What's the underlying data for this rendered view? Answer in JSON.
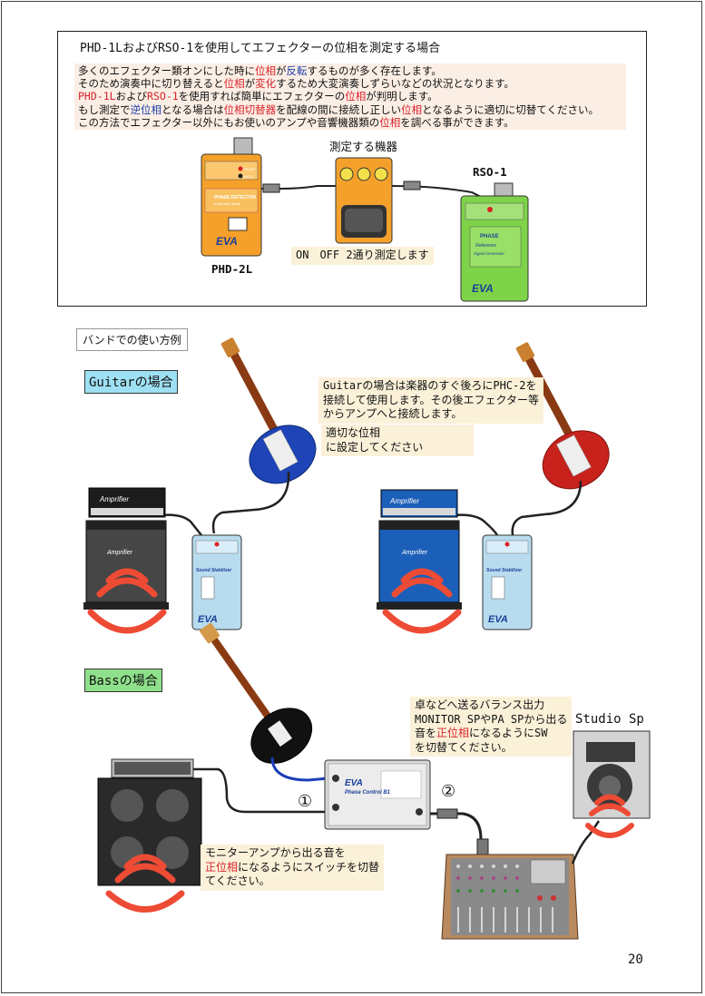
{
  "top": {
    "title": "PHD-1LおよびRSO-1を使用してエフェクターの位相を測定する場合",
    "notice": {
      "l1a": "多くのエフェクター類オンにした時に",
      "l1b": "位相",
      "l1c": "が",
      "l1d": "反転",
      "l1e": "するものが多く存在します。",
      "l2a": "そのため演奏中に切り替えると",
      "l2b": "位相",
      "l2c": "が",
      "l2d": "変化",
      "l2e": "するため大変演奏しずらいなどの状況となります。",
      "l3a": "PHD-1L",
      "l3b": "および",
      "l3c": "RSO-1",
      "l3d": "を使用すれば簡単にエフェクターの",
      "l3e": "位相",
      "l3f": "が判明します。",
      "l4a": "もし測定で",
      "l4b": "逆位相",
      "l4c": "となる場合は",
      "l4d": "位相切替器",
      "l4e": "を配線の間に接続し正しい",
      "l4f": "位相",
      "l4g": "となるように適切に切替てください。",
      "l5a": "この方法でエフェクター以外にもお使いのアンプや音響機器類の",
      "l5b": "位相",
      "l5c": "を調べる事ができます。"
    },
    "measured_device_label": "測定する機器",
    "rso_label": "RSO-1",
    "phd_label": "PHD-2L",
    "on_off_note": "ON　OFF 2通り測定します",
    "phd_device": {
      "name": "PHASE DETECTOR",
      "sub": "Automatic Mode",
      "front": "FRONT",
      "back": "BACK",
      "brand": "EVA"
    },
    "rso_device": {
      "name": "PHASE",
      "sub1": "Reference",
      "sub2": "Signal Generator",
      "brand": "EVA"
    }
  },
  "usage": {
    "title": "バンドでの使い方例",
    "guitar_tag": "Guitarの場合",
    "guitar_note": {
      "l1": "Guitarの場合は楽器のすぐ後ろにPHC-2を",
      "l2": "接続して使用します。その後エフェクター等",
      "l3": "からアンプへと接続します。"
    },
    "guitar_note2": {
      "l1": "適切な位相",
      "l2": "に設定してください"
    },
    "amp_label": "Amprifier",
    "stabilizer": {
      "name": "Sound Stabilizer",
      "brand": "EVA"
    },
    "bass_tag": "Bassの場合",
    "bass_note": {
      "l1": "卓などへ送るバランス出力",
      "l2": "MONITOR SPやPA SPから出る",
      "l3a": "音を",
      "l3b": "正位相",
      "l3c": "になるようにSW",
      "l4": "を切替てください。"
    },
    "monitor_note": {
      "l1": "モニターアンプから出る音を",
      "l2a": "正位相",
      "l2b": "になるようにスイッチを切替",
      "l3": "てください。"
    },
    "studio_sp_label": "Studio Sp",
    "marker1": "①",
    "marker2": "②",
    "phase_control": {
      "name": "Phase Control B1",
      "brand": "EVA"
    }
  },
  "page_number": "20",
  "colors": {
    "accent_red": "#d8232a",
    "accent_blue": "#1f3fa8",
    "tag_cyan": "#9ee0f3",
    "tag_green": "#8fe08a",
    "note_bg": "#fbf1d9",
    "notice_bg": "#fbeee5",
    "pedal_orange": "#f4a02a",
    "rso_green": "#7ed348",
    "stabilizer_blue": "#b8dcee",
    "amp_blue": "#1c5fb8",
    "wave_red": "#ee4b35"
  }
}
